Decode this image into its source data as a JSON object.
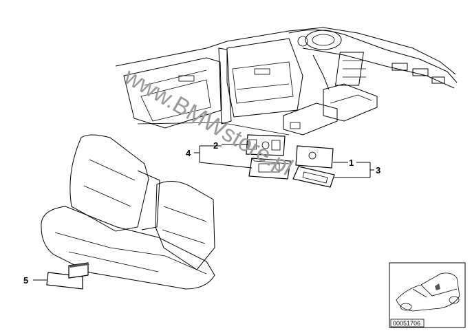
{
  "callouts": {
    "c1": "1",
    "c2": "2",
    "c3": "3",
    "c4": "4",
    "c5": "5"
  },
  "watermark": "www.BMWstore.pl",
  "thumbnail": {
    "ref_code": "00051706"
  }
}
